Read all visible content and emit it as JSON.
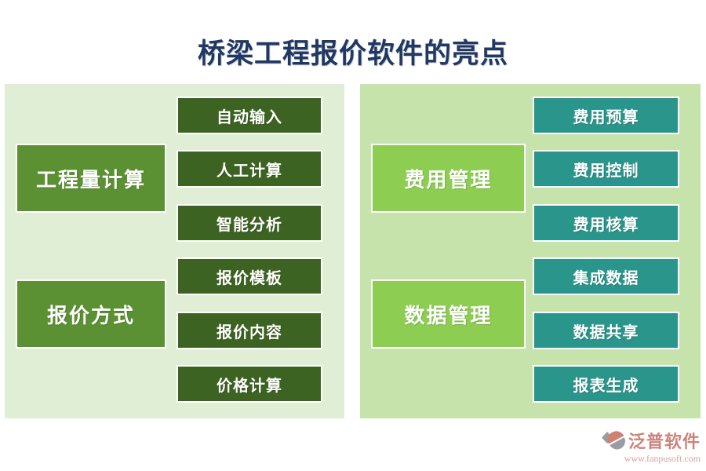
{
  "title": "桥梁工程报价软件的亮点",
  "panels": [
    {
      "side": "left",
      "groups": [
        {
          "header": "工程量计算",
          "items": [
            "自动输入",
            "人工计算",
            "智能分析"
          ]
        },
        {
          "header": "报价方式",
          "items": [
            "报价模板",
            "报价内容",
            "价格计算"
          ]
        }
      ]
    },
    {
      "side": "right",
      "groups": [
        {
          "header": "费用管理",
          "items": [
            "费用预算",
            "费用控制",
            "费用核算"
          ]
        },
        {
          "header": "数据管理",
          "items": [
            "集成数据",
            "数据共享",
            "报表生成"
          ]
        }
      ]
    }
  ],
  "footer": {
    "brand": "泛普软件",
    "url": "www.fanpusoft.com"
  },
  "colors": {
    "title": "#1f3864",
    "panel_left_bg": "#dfeed4",
    "panel_right_bg": "#c6e3ab",
    "left_header_bg": "#5b9132",
    "left_item_bg": "#3d6322",
    "right_header_bg": "#8ccd52",
    "right_item_bg": "#2a958a",
    "box_text": "#ffffff",
    "brand_text": "#c9857d",
    "brand_icon_grey": "#9b9ba3",
    "brand_icon_salmon": "#d08272"
  }
}
